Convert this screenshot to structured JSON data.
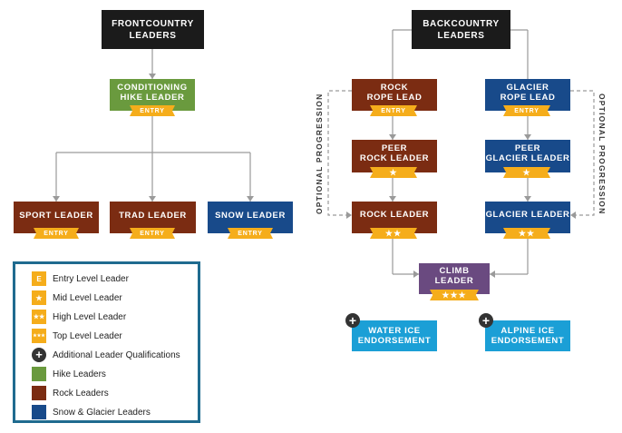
{
  "left_column_title": "FRONTCOUNTRY\nLEADERS",
  "right_column_title": "BACKCOUNTRY\nLEADERS",
  "optional_progression_label": "OPTIONAL PROGRESSION",
  "frontcountry": {
    "conditioning": {
      "label": "CONDITIONING\nHIKE LEADER",
      "level": "ENTRY"
    },
    "sport": {
      "label": "SPORT LEADER",
      "level": "ENTRY"
    },
    "trad": {
      "label": "TRAD LEADER",
      "level": "ENTRY"
    },
    "snow": {
      "label": "SNOW LEADER",
      "level": "ENTRY"
    }
  },
  "backcountry": {
    "rock_rope_lead": {
      "label": "ROCK\nROPE LEAD",
      "level": "ENTRY"
    },
    "glacier_rope_lead": {
      "label": "GLACIER\nROPE LEAD",
      "level": "ENTRY"
    },
    "peer_rock": {
      "label": "PEER\nROCK LEADER",
      "level": "★"
    },
    "peer_glacier": {
      "label": "PEER\nGLACIER LEADER",
      "level": "★"
    },
    "rock_leader": {
      "label": "ROCK LEADER",
      "level": "★★"
    },
    "glacier_leader": {
      "label": "GLACIER LEADER",
      "level": "★★"
    },
    "climb_leader": {
      "label": "CLIMB LEADER",
      "level": "★★★"
    },
    "water_ice": {
      "label": "WATER ICE\nENDORSEMENT"
    },
    "alpine_ice": {
      "label": "ALPINE ICE\nENDORSEMENT"
    }
  },
  "legend": {
    "items": [
      {
        "symbol": "E",
        "label": "Entry Level Leader"
      },
      {
        "symbol": "★",
        "label": "Mid Level Leader"
      },
      {
        "symbol": "★★",
        "label": "High Level Leader"
      },
      {
        "symbol": "★★★",
        "label": "Top Level Leader"
      },
      {
        "symbol": "+",
        "label": "Additional Leader Qualifications"
      },
      {
        "symbol": "",
        "label": "Hike Leaders"
      },
      {
        "symbol": "",
        "label": "Rock Leaders"
      },
      {
        "symbol": "",
        "label": "Snow & Glacier Leaders"
      }
    ]
  },
  "colors": {
    "black": "#1b1b1b",
    "hike": "#6a9a3e",
    "rock": "#7b2c12",
    "snow_glacier": "#184a8a",
    "climb": "#6a4a80",
    "endorsement": "#1b9fd6",
    "level_ribbon": "#f5ad1b",
    "legend_border": "#1f6b8f"
  }
}
